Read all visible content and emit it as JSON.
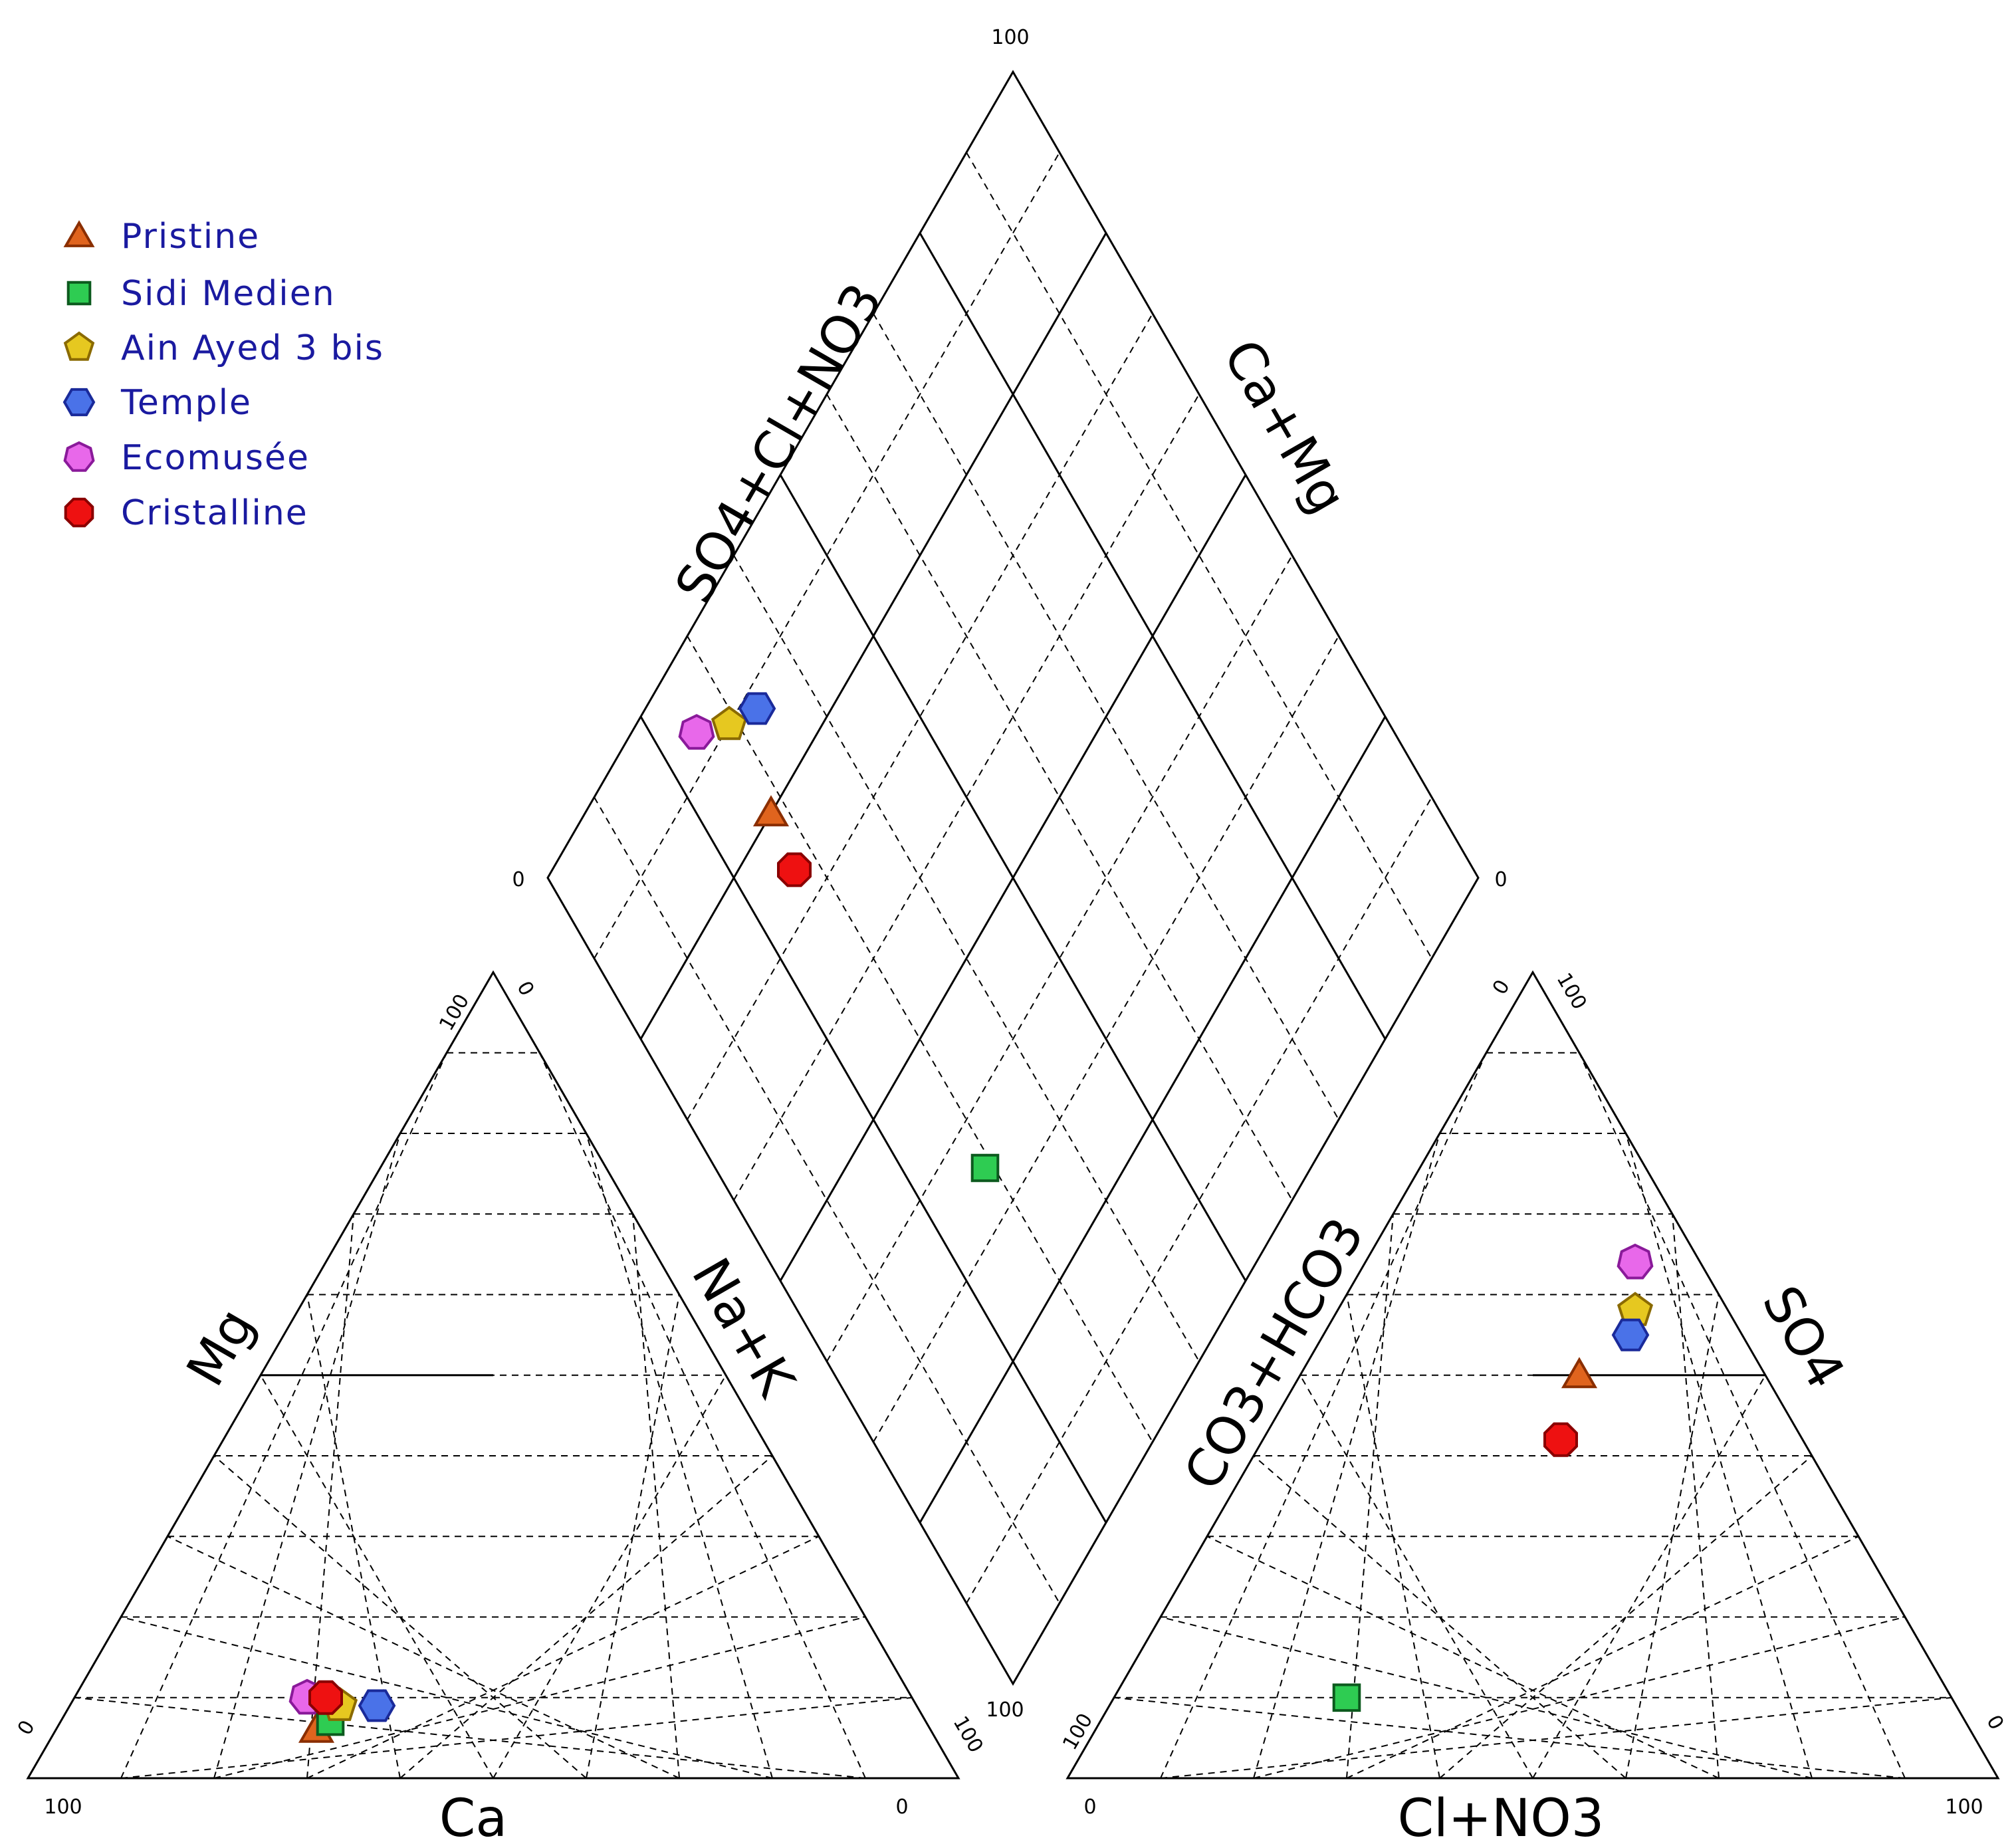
{
  "chart_data": {
    "type": "scatter",
    "subtype": "piper-diagram",
    "grid": true,
    "legend_position": "top-left",
    "series": [
      {
        "name": "Pristine",
        "marker": "triangle",
        "color": "#e0641e",
        "edge": "#8a2e00",
        "cation": {
          "Ca": 66,
          "Mg": 6,
          "NaK": 28
        },
        "anion": {
          "Cl_NO3": 30,
          "SO4": 50,
          "CO3_HCO3": 20
        }
      },
      {
        "name": "Sidi Medien",
        "marker": "square",
        "color": "#2ecc52",
        "edge": "#0c5a1e",
        "cation": {
          "Ca": 64,
          "Mg": 7,
          "NaK": 29
        },
        "anion": {
          "Cl_NO3": 25,
          "SO4": 10,
          "CO3_HCO3": 65
        }
      },
      {
        "name": "Ain Ayed 3 bis",
        "marker": "pentagon",
        "color": "#e6c820",
        "edge": "#8a6a00",
        "cation": {
          "Ca": 62,
          "Mg": 9,
          "NaK": 29
        },
        "anion": {
          "Cl_NO3": 32,
          "SO4": 58,
          "CO3_HCO3": 10
        }
      },
      {
        "name": "Temple",
        "marker": "hexagon",
        "color": "#4a72e8",
        "edge": "#1a2a9a",
        "cation": {
          "Ca": 58,
          "Mg": 9,
          "NaK": 33
        },
        "anion": {
          "Cl_NO3": 33,
          "SO4": 55,
          "CO3_HCO3": 12
        }
      },
      {
        "name": "Ecomusée",
        "marker": "heptagon",
        "color": "#e868ea",
        "edge": "#8a1a9a",
        "cation": {
          "Ca": 65,
          "Mg": 10,
          "NaK": 25
        },
        "anion": {
          "Cl_NO3": 29,
          "SO4": 64,
          "CO3_HCO3": 7
        }
      },
      {
        "name": "Cristalline",
        "marker": "octagon",
        "color": "#ee1111",
        "edge": "#8a0000",
        "cation": {
          "Ca": 63,
          "Mg": 10,
          "NaK": 27
        },
        "anion": {
          "Cl_NO3": 32,
          "SO4": 42,
          "CO3_HCO3": 26
        }
      }
    ],
    "axis_labels": {
      "cation_left": "Mg",
      "cation_right": "Na+K",
      "cation_bottom": "Ca",
      "anion_left": "CO3+HCO3",
      "anion_right": "SO4",
      "anion_bottom": "Cl+NO3",
      "diamond_left": "SO4+Cl+NO3",
      "diamond_right": "Ca+Mg"
    },
    "tick_labels": {
      "diamond_top": "100",
      "diamond_left": "0",
      "diamond_right": "0",
      "diamond_bottom": "100",
      "cation_apex_left": "100",
      "cation_apex_right": "0",
      "cation_bl_left": "100",
      "cation_bl_edge": "0",
      "cation_br_bottom": "0",
      "cation_br_edge": "100",
      "anion_apex_left": "0",
      "anion_apex_right": "100",
      "anion_bl_edge": "100",
      "anion_bl_bottom": "0",
      "anion_br_bottom": "100",
      "anion_br_edge": "0"
    }
  }
}
